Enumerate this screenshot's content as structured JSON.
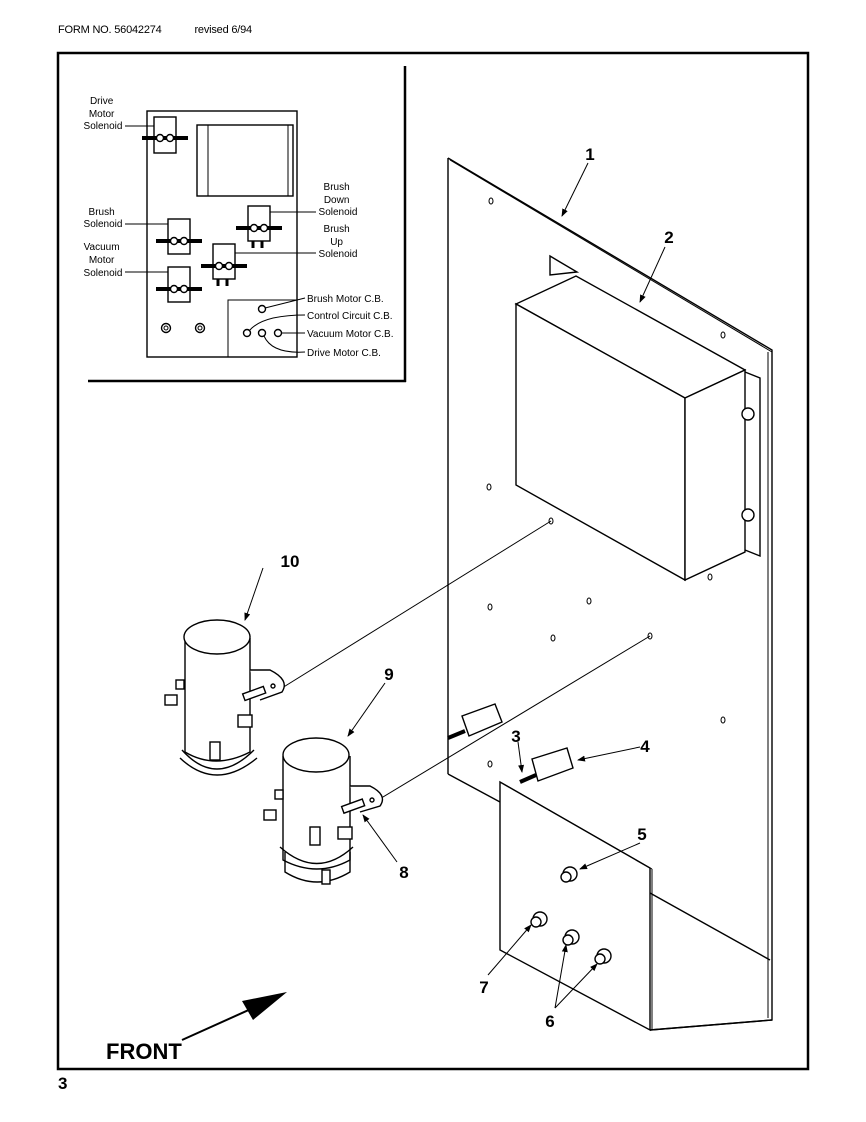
{
  "header": {
    "form_no": "FORM NO. 56042274",
    "revised": "revised 6/94"
  },
  "page_number": "3",
  "inset": {
    "labels": {
      "drive_motor_solenoid": [
        "Drive",
        "Motor",
        "Solenoid"
      ],
      "brush_solenoid": [
        "Brush",
        "Solenoid"
      ],
      "vacuum_motor_solenoid": [
        "Vacuum",
        "Motor",
        "Solenoid"
      ],
      "brush_down_solenoid": [
        "Brush",
        "Down",
        "Solenoid"
      ],
      "brush_up_solenoid": [
        "Brush",
        "Up",
        "Solenoid"
      ],
      "brush_motor_cb": "Brush Motor C.B.",
      "control_circuit_cb": "Control Circuit C.B.",
      "vacuum_motor_cb": "Vacuum Motor C.B.",
      "drive_motor_cb": "Drive Motor C.B."
    }
  },
  "callouts": {
    "c1": "1",
    "c2": "2",
    "c3": "3",
    "c4": "4",
    "c5": "5",
    "c6": "6",
    "c7": "7",
    "c8": "8",
    "c9": "9",
    "c10": "10"
  },
  "front_label": "FRONT"
}
